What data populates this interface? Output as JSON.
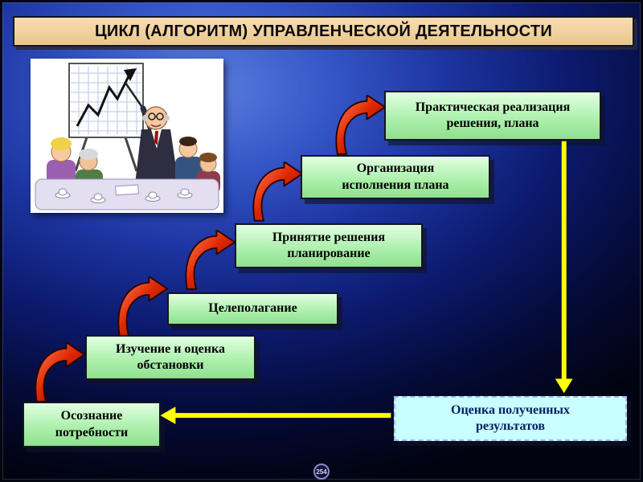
{
  "slide": {
    "title": "ЦИКЛ (АЛГОРИТМ) УПРАВЛЕНЧЕСКОЙ ДЕЯТЕЛЬНОСТИ",
    "page_number": "254"
  },
  "diagram": {
    "type": "staircase-cycle",
    "steps": [
      {
        "lines": [
          "Осознание",
          "потребности"
        ]
      },
      {
        "lines": [
          "Изучение и оценка",
          "обстановки"
        ]
      },
      {
        "lines": [
          "Целеполагание"
        ]
      },
      {
        "lines": [
          "Принятие решения",
          "планирование"
        ]
      },
      {
        "lines": [
          "Организация",
          "исполнения плана"
        ]
      },
      {
        "lines": [
          "Практическая реализация",
          "решения, плана"
        ]
      }
    ],
    "feedback_box": {
      "lines": [
        "Оценка полученных",
        "результатов"
      ]
    },
    "colors": {
      "background_center": "#3f63c8",
      "background_edge": "#020418",
      "title_fill": "#efcf9f",
      "step_fill": "#aef0ae",
      "red_arrow": "#cc2200",
      "yellow_arrow": "#ffff00",
      "feedback_fill": "#c9ffff"
    }
  }
}
